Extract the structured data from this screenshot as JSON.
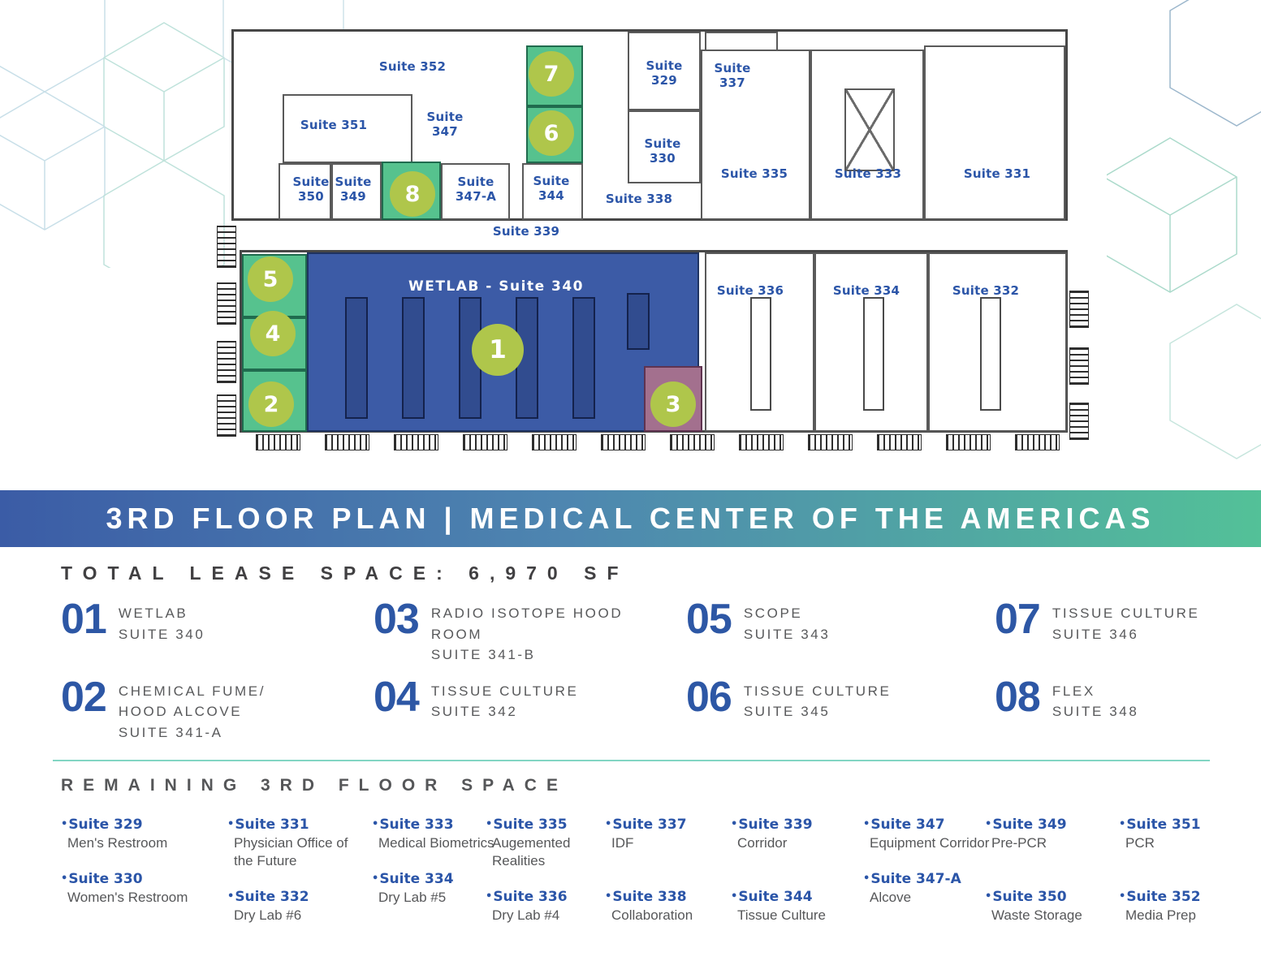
{
  "banner": {
    "title": "3RD FLOOR PLAN | MEDICAL CENTER OF THE AMERICAS"
  },
  "summary": {
    "total_lease": "TOTAL LEASE SPACE: 6,970 SF"
  },
  "legend": {
    "items": [
      {
        "num": "01",
        "name": "WETLAB",
        "suite": "SUITE 340"
      },
      {
        "num": "02",
        "name": "CHEMICAL FUME/ HOOD ALCOVE",
        "suite": "SUITE 341-A"
      },
      {
        "num": "03",
        "name": "RADIO ISOTOPE HOOD ROOM",
        "suite": "SUITE 341-B"
      },
      {
        "num": "04",
        "name": "TISSUE CULTURE",
        "suite": "SUITE 342"
      },
      {
        "num": "05",
        "name": "SCOPE",
        "suite": "SUITE 343"
      },
      {
        "num": "06",
        "name": "TISSUE CULTURE",
        "suite": "SUITE 345"
      },
      {
        "num": "07",
        "name": "TISSUE CULTURE",
        "suite": "SUITE 346"
      },
      {
        "num": "08",
        "name": "FLEX",
        "suite": "SUITE 348"
      }
    ]
  },
  "remaining": {
    "heading": "REMAINING 3RD FLOOR SPACE",
    "bullet": "•",
    "entries": [
      {
        "suite": "Suite 329",
        "desc": "Men's Restroom"
      },
      {
        "suite": "Suite 330",
        "desc": "Women's Restroom"
      },
      {
        "suite": "Suite 331",
        "desc": "Physician Office of the Future"
      },
      {
        "suite": "Suite 332",
        "desc": "Dry Lab #6"
      },
      {
        "suite": "Suite 333",
        "desc": "Medical Biometrics"
      },
      {
        "suite": "Suite 334",
        "desc": "Dry Lab #5"
      },
      {
        "suite": "Suite 335",
        "desc": "Augemented Realities"
      },
      {
        "suite": "Suite 336",
        "desc": "Dry Lab #4"
      },
      {
        "suite": "Suite 337",
        "desc": "IDF"
      },
      {
        "suite": "Suite 338",
        "desc": "Collaboration"
      },
      {
        "suite": "Suite 339",
        "desc": "Corridor"
      },
      {
        "suite": "Suite 344",
        "desc": "Tissue Culture"
      },
      {
        "suite": "Suite 347",
        "desc": "Equipment Corridor"
      },
      {
        "suite": "Suite 347-A",
        "desc": "Alcove"
      },
      {
        "suite": "Suite 349",
        "desc": "Pre-PCR"
      },
      {
        "suite": "Suite 350",
        "desc": "Waste Storage"
      },
      {
        "suite": "Suite 351",
        "desc": "PCR"
      },
      {
        "suite": "Suite 352",
        "desc": "Media Prep"
      }
    ]
  },
  "plan": {
    "labels": {
      "suite352": "Suite 352",
      "suite351": "Suite 351",
      "suite347": "Suite\n347",
      "suite350": "Suite\n350",
      "suite349": "Suite\n349",
      "suite347a": "Suite\n347-A",
      "suite344": "Suite\n344",
      "suite329": "Suite\n329",
      "suite330": "Suite\n330",
      "suite337": "Suite\n337",
      "suite338": "Suite 338",
      "suite335": "Suite 335",
      "suite333": "Suite 333",
      "suite331": "Suite 331",
      "suite339": "Suite 339",
      "wetlab": "WETLAB - Suite 340",
      "suite336": "Suite 336",
      "suite334": "Suite 334",
      "suite332": "Suite 332"
    },
    "markers": {
      "m1": "1",
      "m2": "2",
      "m3": "3",
      "m4": "4",
      "m5": "5",
      "m6": "6",
      "m7": "7",
      "m8": "8"
    }
  },
  "colors": {
    "label_blue": "#2b55a8",
    "wetlab_blue": "#3c5ba6",
    "highlight_green": "#56c28e",
    "marker_green": "#afc64b",
    "room_maroon": "#a3708e",
    "banner_left": "#3b5ca6",
    "banner_right": "#53c198",
    "text_gray": "#58595b",
    "divider_teal": "#82d6c3"
  }
}
